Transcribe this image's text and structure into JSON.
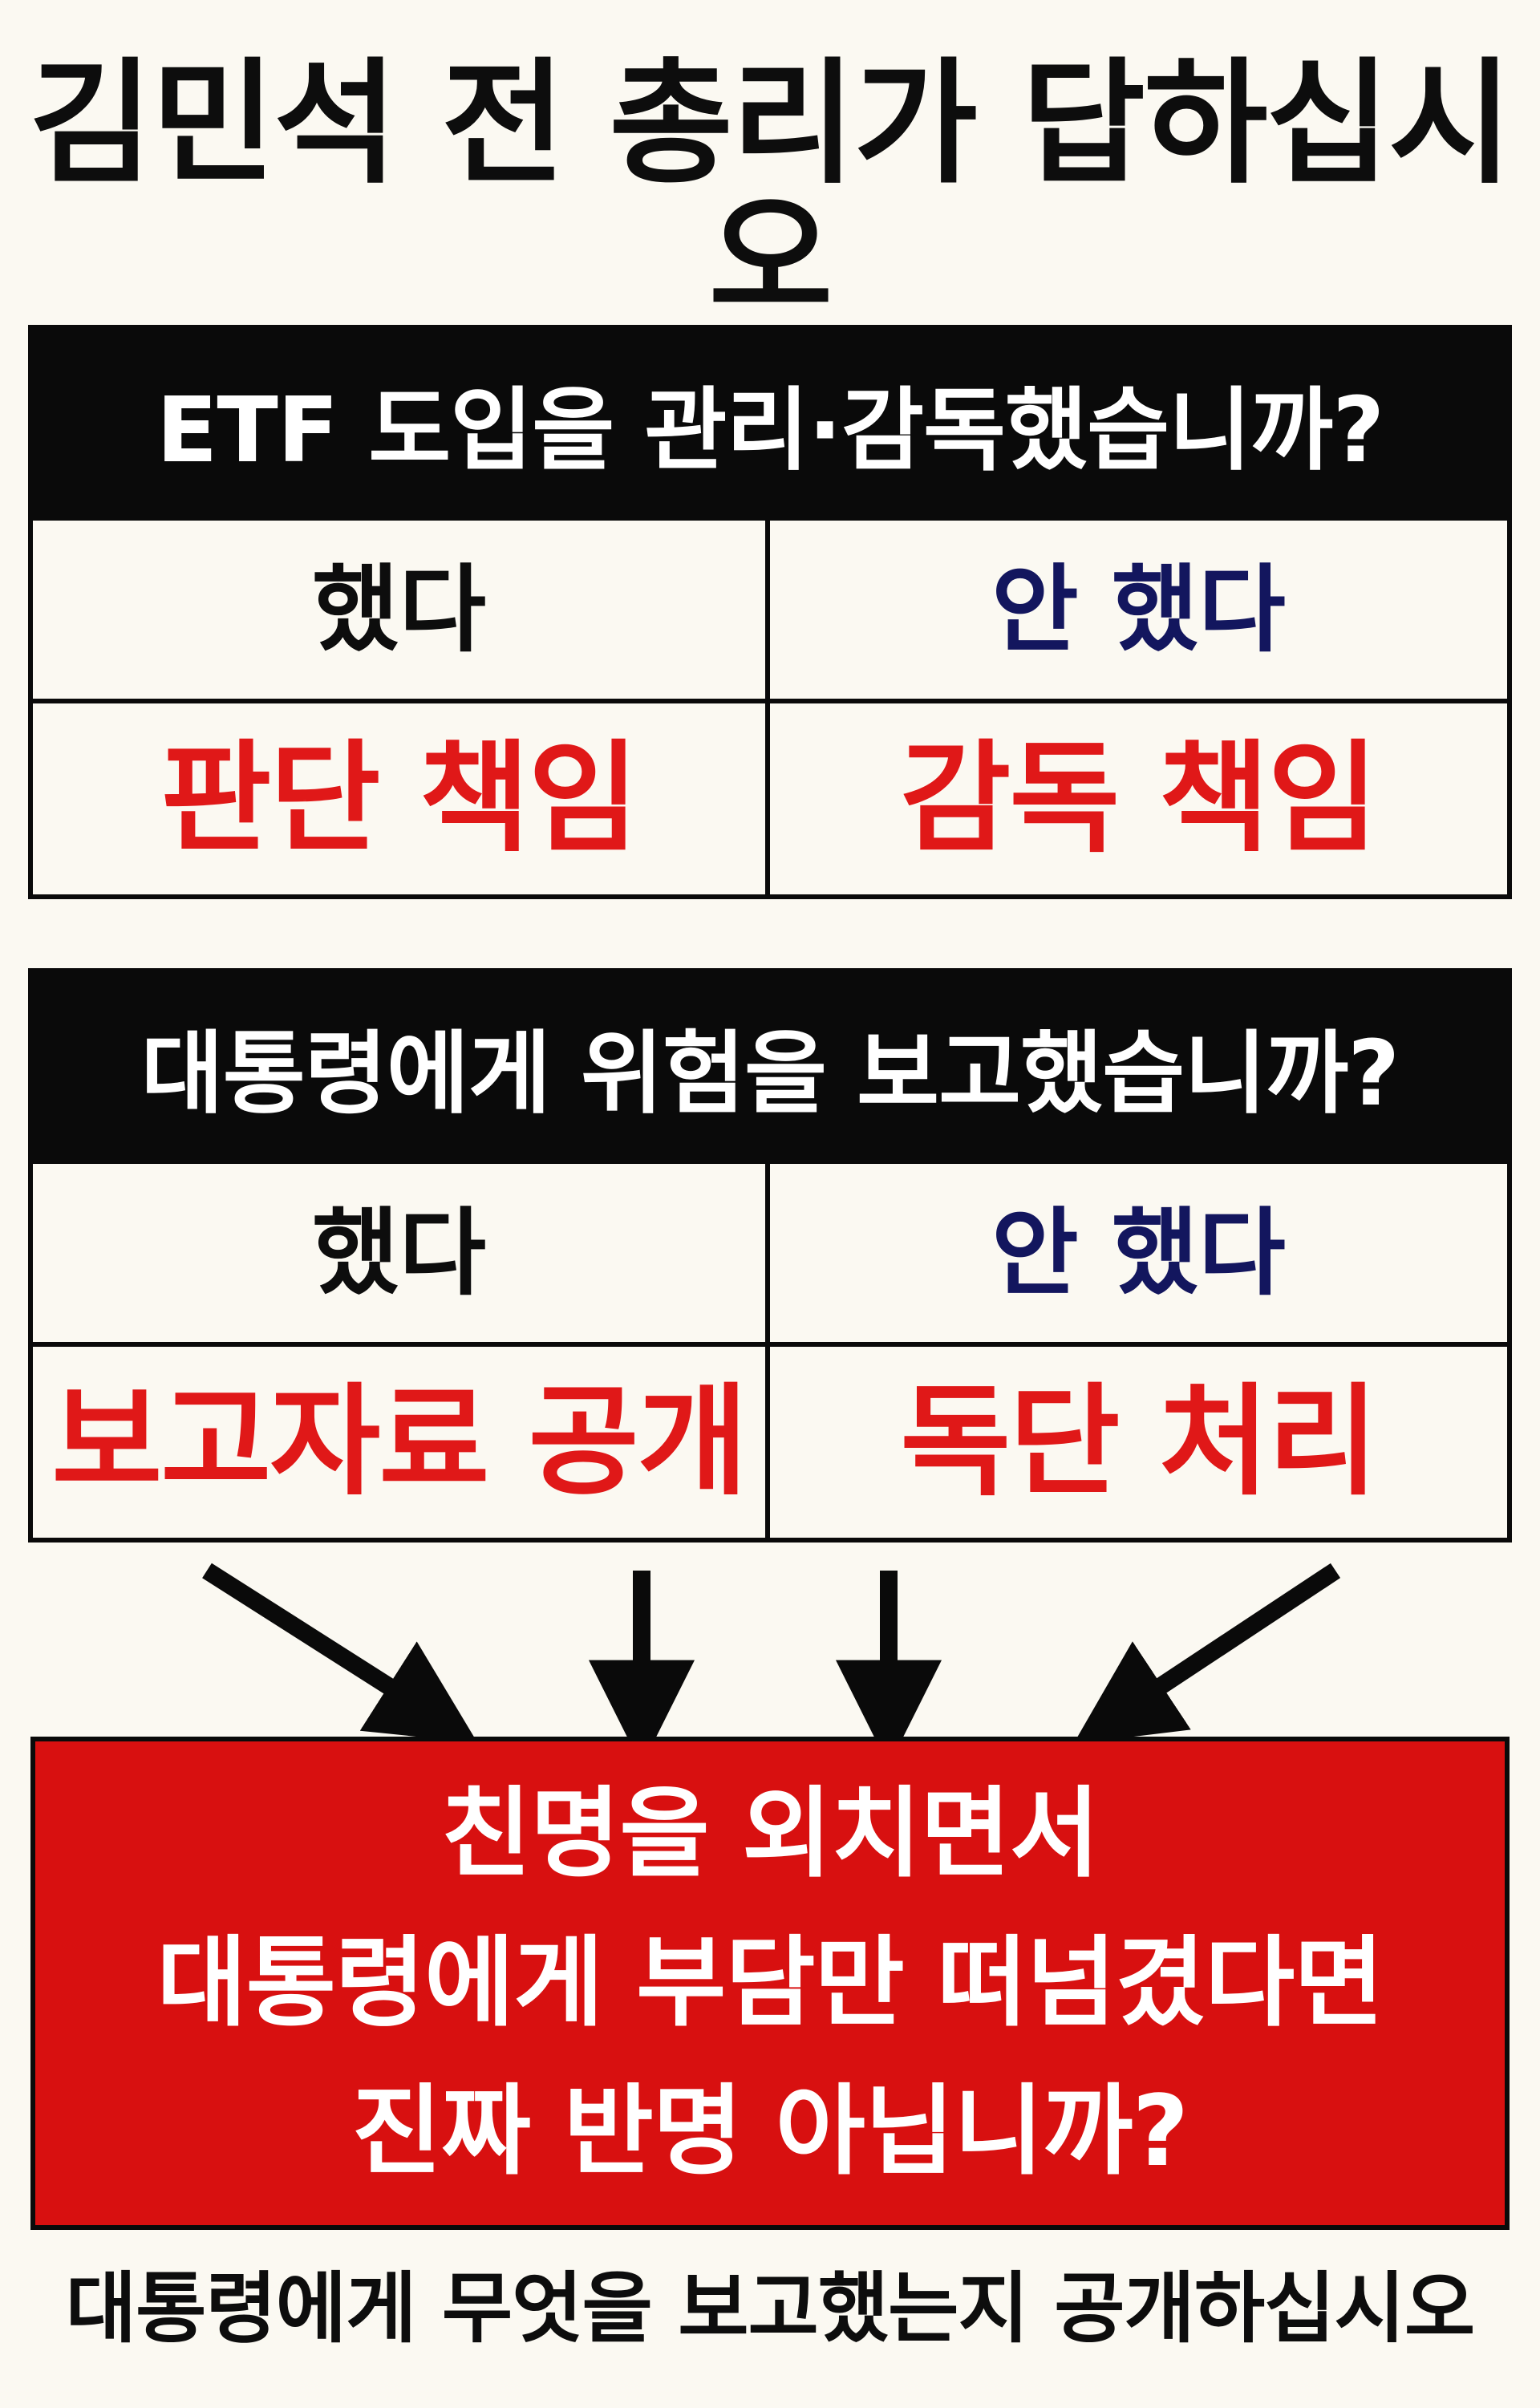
{
  "title": "김민석 전 총리가 답하십시오",
  "sections": [
    {
      "question": "ETF 도입을 관리·감독했습니까?",
      "answers": [
        "했다",
        "안 했다"
      ],
      "consequences": [
        "판단 책임",
        "감독 책임"
      ]
    },
    {
      "question": "대통령에게 위험을 보고했습니까?",
      "answers": [
        "했다",
        "안 했다"
      ],
      "consequences": [
        "보고자료 공개",
        "독단 처리"
      ]
    }
  ],
  "conclusion": {
    "lines": [
      "친명을 외치면서",
      "대통령에게 부담만 떠넘겼다면",
      "진짜 반명 아닙니까?"
    ]
  },
  "footer": "대통령에게 무엇을 보고했는지 공개하십시오",
  "colors": {
    "background": "#fbf9f2",
    "question_bg": "#0a0a0a",
    "consequence_red": "#e01818",
    "answer_no_navy": "#13165e",
    "conclusion_bg": "#d81010"
  }
}
